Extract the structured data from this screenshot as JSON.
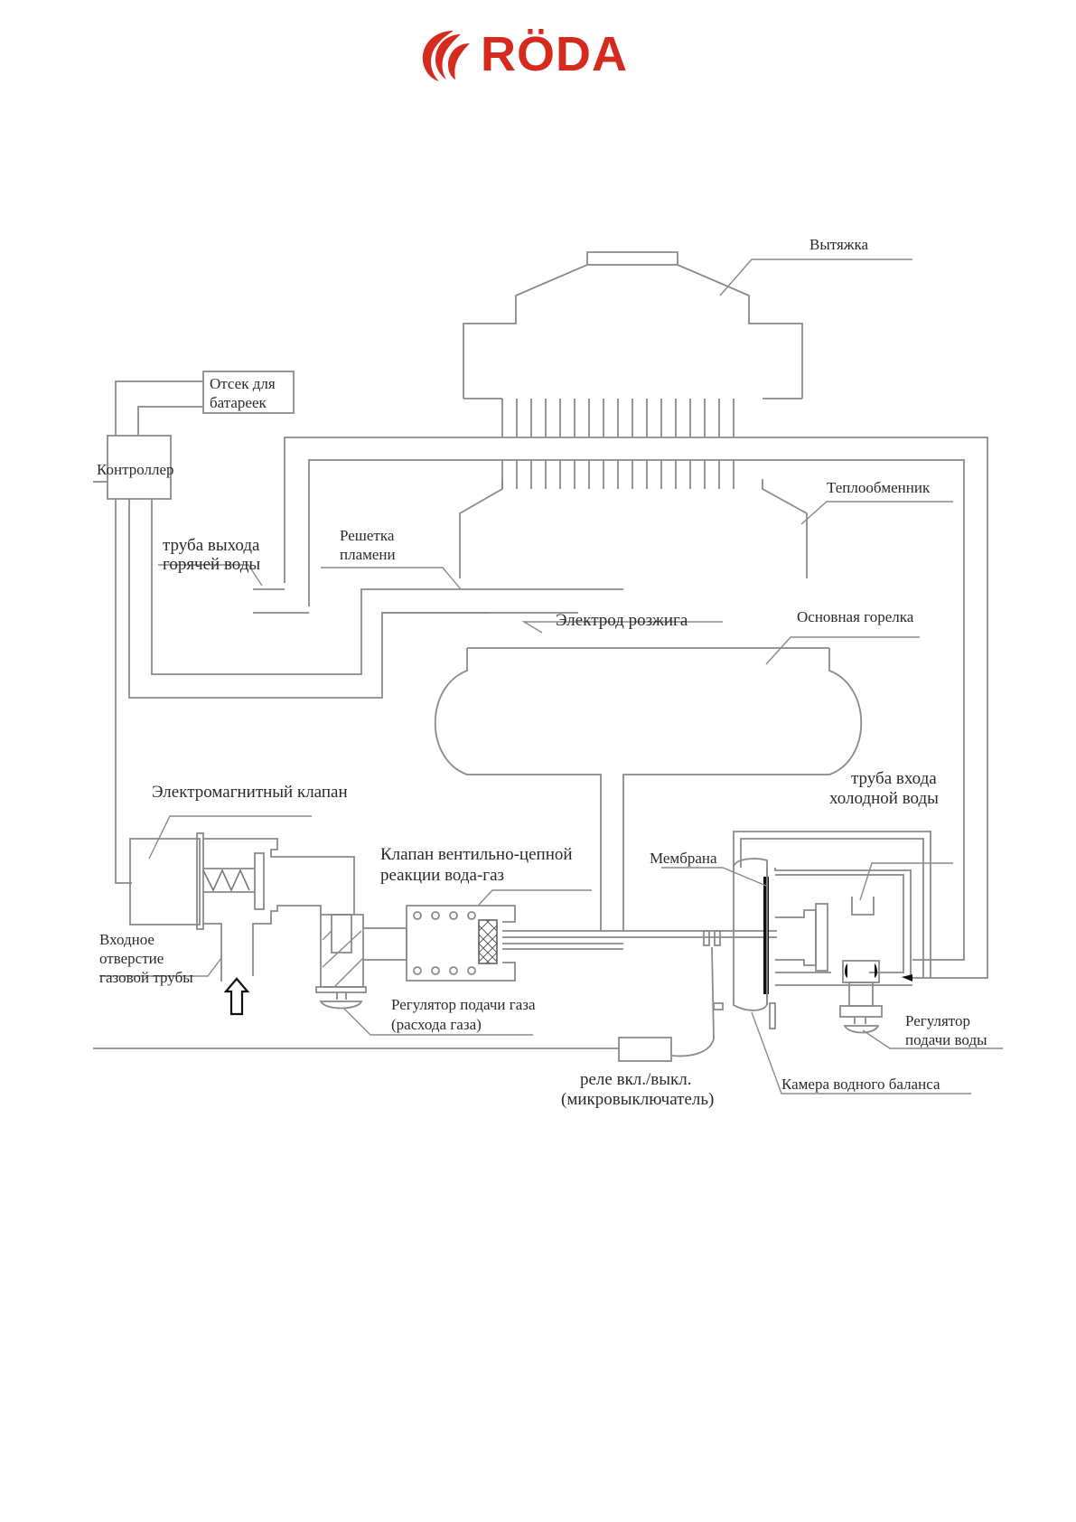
{
  "brand": {
    "name": "RÖDA",
    "color": "#d52b1e",
    "icon": "roda-swoosh-logo-icon"
  },
  "diagram": {
    "title": "Схема газовой колонки",
    "labels": {
      "hood": "Вытяжка",
      "battery_compartment_1": "Отсек для",
      "battery_compartment_2": "батареек",
      "controller": "Контроллер",
      "heat_exchanger": "Теплообменник",
      "hot_water_pipe_1": "труба выхода",
      "hot_water_pipe_2": "горячей воды",
      "flame_grid_1": "Решетка",
      "flame_grid_2": "пламени",
      "ignition_electrode": "Электрод розжига",
      "main_burner": "Основная горелка",
      "solenoid_valve": "Электромагнитный клапан",
      "cold_water_pipe_1": "труба входа",
      "cold_water_pipe_2": "холодной воды",
      "water_gas_valve_1": "Клапан вентильно-цепной",
      "water_gas_valve_2": "реакции вода-газ",
      "membrane": "Мембрана",
      "gas_inlet_1": "Входное",
      "gas_inlet_2": "отверстие",
      "gas_inlet_3": "газовой трубы",
      "gas_regulator_1": "Регулятор подачи газа",
      "gas_regulator_2": "(расхода газа)",
      "water_regulator_1": "Регулятор",
      "water_regulator_2": "подачи воды",
      "relay_1": "реле вкл./выкл.",
      "relay_2": "(микровыключатель)",
      "water_balance_chamber": "Камера водного баланса"
    },
    "icons": {
      "gas_flow": "up-arrow-icon"
    }
  }
}
